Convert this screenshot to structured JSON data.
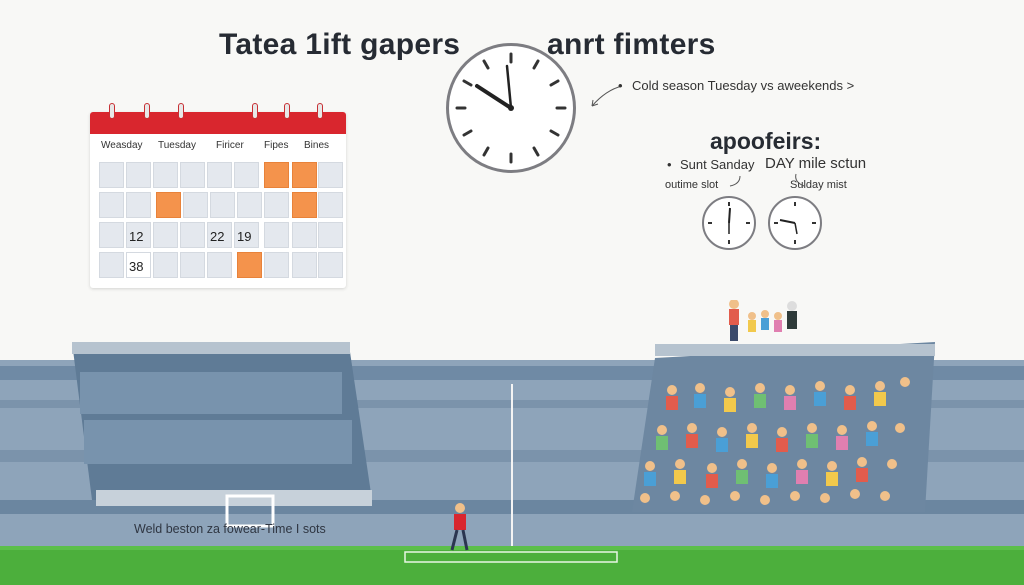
{
  "header": {
    "title_left": "Tatea 1ift gapers",
    "title_right": "anrt fimters"
  },
  "calendar": {
    "day_labels": [
      "Weasday",
      "Tuesday",
      "Firicer",
      "Fipes",
      "Bines"
    ],
    "numbers": [
      "12",
      "22",
      "19",
      "38"
    ],
    "header_color": "#d9262e",
    "highlight_color": "#f4934c"
  },
  "side_panel": {
    "note": "Cold season Tuesday vs aweekends  >",
    "subtitle": "apoofeirs:",
    "option_sunday": "Sunt Sanday",
    "option_day": "DAY mile sctun",
    "option_outime": "outime slot",
    "option_sulday": "Sulday mist"
  },
  "caption": "Weld beston za fowear-Time I sots",
  "colors": {
    "stand": "#6f8aa5",
    "pitch": "#4caf3c",
    "clock_rim": "#7d7d82"
  }
}
